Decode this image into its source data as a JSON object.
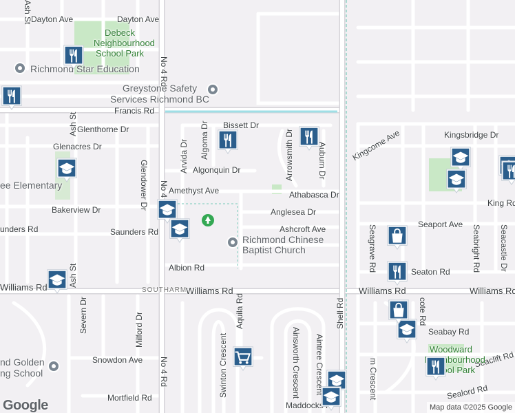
{
  "map": {
    "colors": {
      "background": "#f2f0f3",
      "road": "#ffffff",
      "major_road": "#d6d4d9",
      "park": "#c9e8c6",
      "water": "#9fdfe6",
      "rail": "#8fd1c5",
      "pin": "#2b5e8c"
    },
    "streets": {
      "dayton_ave": "Dayton Ave",
      "no4rd": "No 4 Rd",
      "francis_rd": "Francis Rd",
      "glenthorne_dr": "Glenthorne Dr",
      "glenacres_dr": "Glenacres Dr",
      "bisset_dr": "Bissett Dr",
      "algoma_dr": "Algoma Dr",
      "arvida_dr": "Arvida Dr",
      "algonquin_dr": "Algonquin Dr",
      "arrowsmith_dr": "Arrowsmith Dr",
      "auburn_dr": "Auburn Dr",
      "amethyst_ave": "Amethyst Ave",
      "athabasca_dr": "Athabasca Dr",
      "bakerview_dr": "Bakerview Dr",
      "anglesea_dr": "Anglesea Dr",
      "saunders_rd_left": "unders Rd",
      "saunders_rd": "Saunders Rd",
      "ashcroft_ave": "Ashcroft Ave",
      "albion_rd": "Albion Rd",
      "williams_rd_left": "Williams Rd",
      "southarm": "SOUTHARM",
      "williams_rd": "Williams Rd",
      "williams_rd_right": "Williams Rd",
      "ash_st": "Ash St",
      "ash_st2": "Ash St",
      "glendower_dr": "Glendower Dr",
      "severn_dr": "Severn Dr",
      "milford_dr": "Milford Dr",
      "aquila_rd": "Aquila Rd",
      "swinton_crescent": "Swinton Crescent",
      "ainsworth_crescent": "Ainsworth Crescent",
      "aintree_crescent": "Aintree Crescent",
      "snowdon_ave": "Snowdon Ave",
      "mortfield_rd": "Mortfield Rd",
      "maddocks_rd": "Maddocks R",
      "shell_rd": "Shell Rd",
      "kingsbridge_dr": "Kingsbridge Dr",
      "kingcome_ave": "Kingcome Ave",
      "king_rd": "King Rd",
      "seaport_ave": "Seaport Ave",
      "seagrave_rd": "Seagrave Rd",
      "seabright_rd": "Seabright Rd",
      "seacastle_dr": "Seacastle Dr",
      "seaton_rd": "Seaton Rd",
      "seaside_rd": "cote Rd",
      "seabay_rd": "Seabay Rd",
      "seaclift_rd": "Seaclift Rd",
      "sealord_rd": "Sealord Rd",
      "seaham_crescent": "m Crescent"
    },
    "places": {
      "debeck_park": "Debeck Neighbourhood School Park",
      "richmond_education": "Richmond Star Education",
      "greystone": "Greystone Safety Services Richmond BC",
      "elementary": "ee Elementary",
      "chinese_baptist": "Richmond Chinese Baptist Church",
      "golden": "nd Golden",
      "golden2": "ng School",
      "woodward_park": "Woodward Neighbourhood School Park"
    },
    "icons": {
      "restaurant": "restaurant-icon",
      "school": "school-icon",
      "shopping": "shopping-bag-icon",
      "grocery": "shopping-cart-icon",
      "tree": "park-tree-icon",
      "church": "church-icon",
      "place": "place-icon"
    },
    "branding": {
      "logo": "Google",
      "attribution": "Map data ©2025 Google"
    }
  }
}
